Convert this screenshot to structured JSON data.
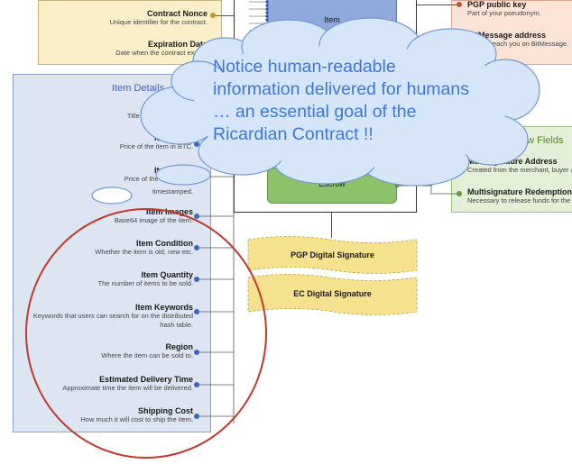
{
  "contract_box": {
    "fields": [
      {
        "title": "Contract Nonce",
        "desc": "Unique identifier for the contract."
      },
      {
        "title": "Expiration Date",
        "desc": "Date when the contract expire."
      }
    ]
  },
  "pseudonym_box": {
    "fields": [
      {
        "title": "PGP public key",
        "desc": "Part of your pseudonym."
      },
      {
        "title": "BitMessage address",
        "desc": "How to reach you on BitMessage."
      }
    ]
  },
  "center": {
    "item_label": "Item",
    "escrow_label": "Escrow"
  },
  "signatures": {
    "pgp": "PGP Digital Signature",
    "ec": "EC Digital Signature"
  },
  "item_details": {
    "title": "Item Details",
    "subtitle": "Title of the item.",
    "fields": [
      {
        "title": "Item Price",
        "desc": "Price of the item in BTC."
      },
      {
        "title": "Item Price",
        "desc": "Price of the item in fiat."
      },
      {
        "title": "",
        "desc": "timestamped."
      },
      {
        "title": "Item Images",
        "desc": "Base64 image of the item."
      },
      {
        "title": "Item Condition",
        "desc": "Whether the item is old, new etc."
      },
      {
        "title": "Item Quantity",
        "desc": "The number of items to be sold."
      },
      {
        "title": "Item Keywords",
        "desc": "Keywords that users can search for on the distributed hash table."
      },
      {
        "title": "Region",
        "desc": "Where the item can be sold to."
      },
      {
        "title": "Estimated Delivery Time",
        "desc": "Approximate time the item will be delivered."
      },
      {
        "title": "Shipping Cost",
        "desc": "How much it will cost to ship the item."
      }
    ]
  },
  "escrow_box": {
    "title": "Escrow Fields",
    "fields": [
      {
        "title": "Multisignature Address",
        "desc": "Created from the merchant, buyer and notary."
      },
      {
        "title": "Multisignature Redemption",
        "desc": "Necessary to release funds for the merchant."
      }
    ]
  },
  "callout": {
    "text": "Notice human-readable information delivered for humans … an essential goal of the Ricardian Contract !!"
  },
  "colors": {
    "contract_fill": "#fbefc9",
    "pseudonym_fill": "#fbe3d6",
    "details_fill": "#dde5f3",
    "escrow_fill": "#e3efd6",
    "item_fill": "#8fa9dc",
    "escrow_node_fill": "#8dc26a",
    "signature_fill": "#f5e28e",
    "callout_fill": "#d6e5f7",
    "callout_text": "#3f78d8",
    "circle_stroke": "#c0392b"
  }
}
